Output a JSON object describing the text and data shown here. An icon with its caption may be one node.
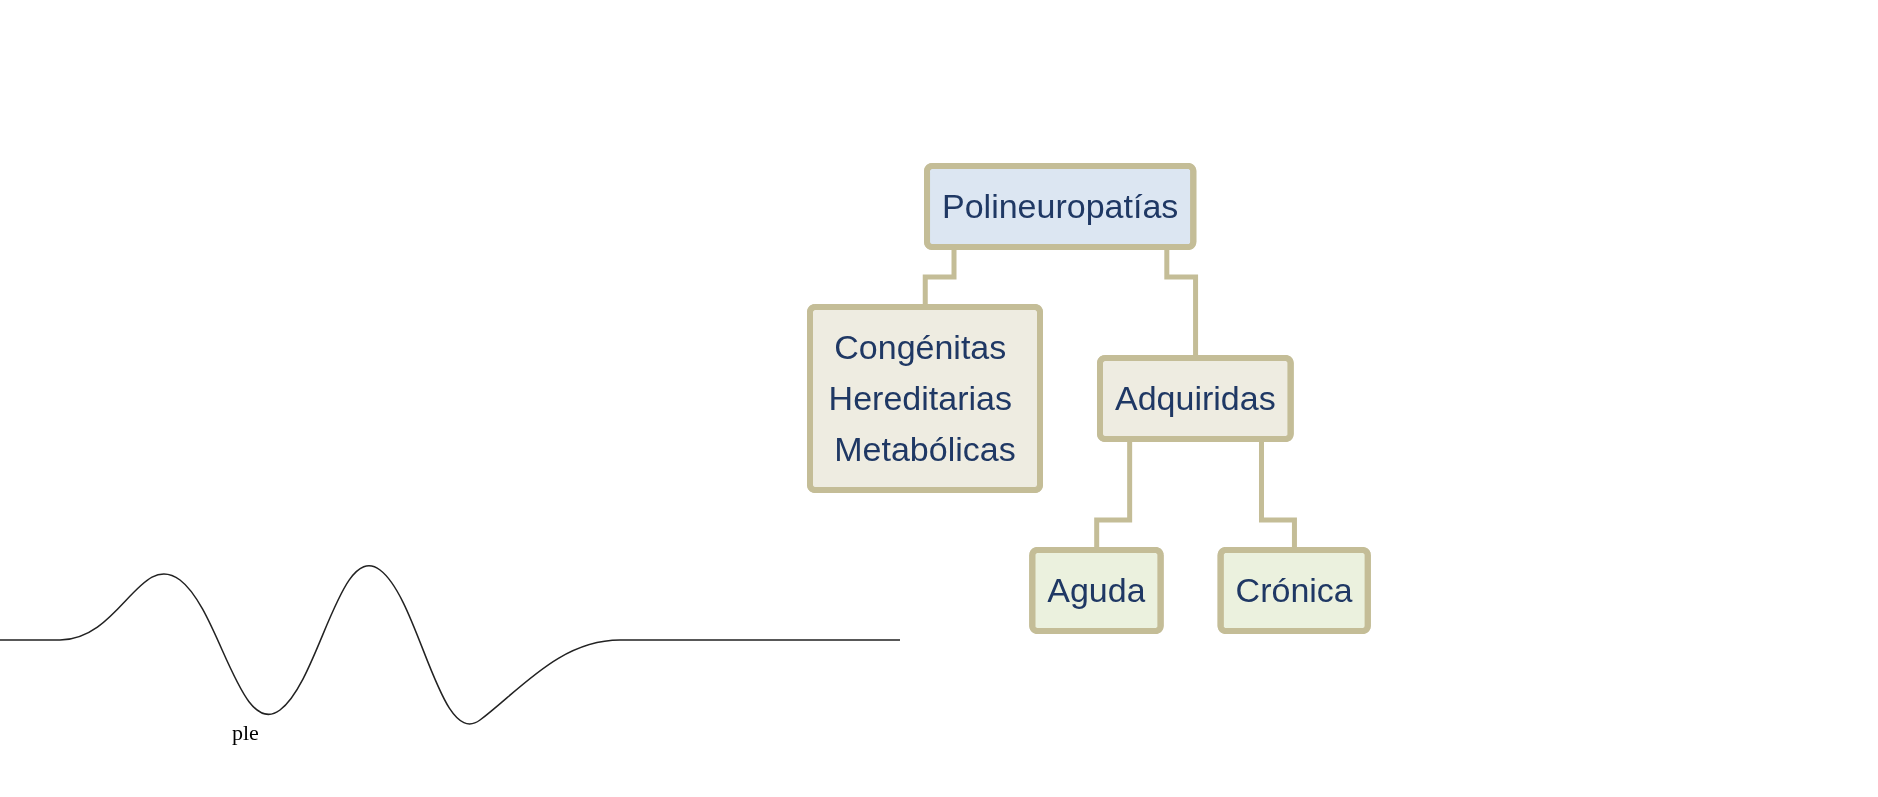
{
  "diagram": {
    "nodes": [
      {
        "text": [
          "Polineuropatías"
        ]
      },
      {
        "text": [
          "Congénitas Hereditarias Metabólicas"
        ]
      },
      {
        "text": [
          "Adquiridas"
        ]
      },
      {
        "text": [
          "Aguda"
        ]
      },
      {
        "text": [
          "Crónica"
        ]
      }
    ],
    "edges": [
      {
        "from": 0,
        "to": 1,
        "arrow": "none"
      },
      {
        "from": 0,
        "to": 2,
        "arrow": "none"
      },
      {
        "from": 2,
        "to": 3,
        "arrow": "none"
      },
      {
        "from": 2,
        "to": 4,
        "arrow": "none"
      }
    ],
    "labels": [
      "ple"
    ]
  }
}
